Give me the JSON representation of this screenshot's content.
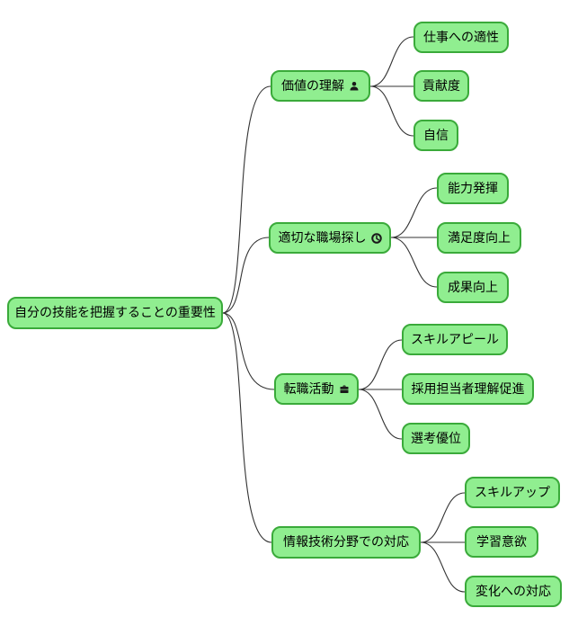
{
  "colors": {
    "node_fill": "#90EE90",
    "node_border": "#3AAA3A",
    "connector_line": "#333333",
    "text": "#000000",
    "background": "#ffffff"
  },
  "root": {
    "label": "自分の技能を把握することの重要性"
  },
  "branches": [
    {
      "label": "価値の理解",
      "icon": "user-icon",
      "children": [
        "仕事への適性",
        "貢献度",
        "自信"
      ]
    },
    {
      "label": "適切な職場探し",
      "icon": "clock-icon",
      "children": [
        "能力発揮",
        "満足度向上",
        "成果向上"
      ]
    },
    {
      "label": "転職活動",
      "icon": "briefcase-icon",
      "children": [
        "スキルアピール",
        "採用担当者理解促進",
        "選考優位"
      ]
    },
    {
      "label": "情報技術分野での対応",
      "icon": null,
      "children": [
        "スキルアップ",
        "学習意欲",
        "変化への対応"
      ]
    }
  ]
}
